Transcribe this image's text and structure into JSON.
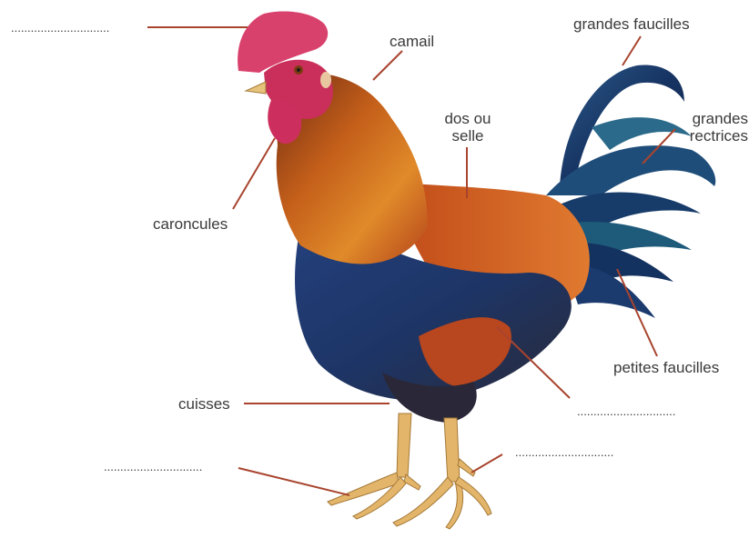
{
  "labels": {
    "camail": "camail",
    "grandes_faucilles": "grandes faucilles",
    "dos_ou_selle_line1": "dos ou",
    "dos_ou_selle_line2": "selle",
    "grandes_rectrices_line1": "grandes",
    "grandes_rectrices_line2": "rectrices",
    "caroncules": "caroncules",
    "petites_faucilles": "petites faucilles",
    "cuisses": "cuisses"
  },
  "blanks": {
    "crest": "..............................",
    "wing": "..............................",
    "toe": "..............................",
    "spur": ".............................."
  },
  "colors": {
    "leader": "#a8442e",
    "text": "#3a3a3a",
    "comb": "#d9416d",
    "neck": "#b8541a",
    "body": "#1f3f7a",
    "tail": "#1b3a6e",
    "leg": "#e3b56a"
  }
}
